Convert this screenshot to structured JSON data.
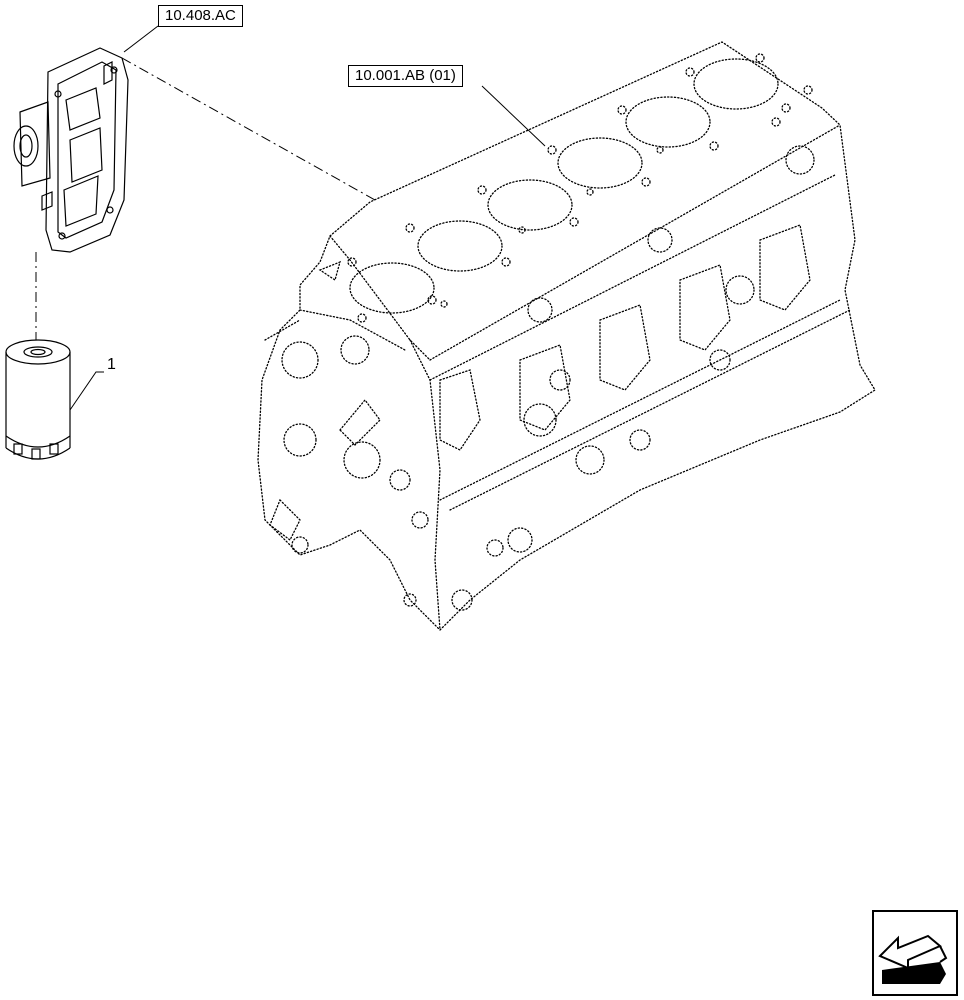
{
  "callouts": {
    "filter_head_ref": "10.408.AC",
    "engine_block_ref": "10.001.AB (01)"
  },
  "parts": {
    "item_1": "1"
  },
  "nav": {
    "icon": "arrow-left-icon"
  }
}
